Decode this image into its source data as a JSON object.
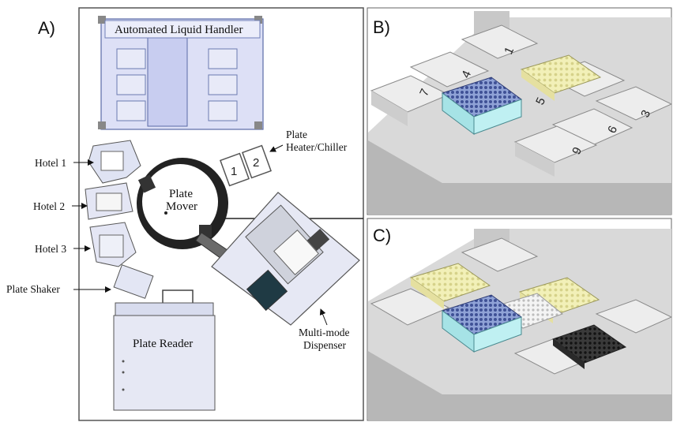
{
  "panels": {
    "a": "A)",
    "b": "B)",
    "c": "C)"
  },
  "layout_a": {
    "liquid_handler": "Automated Liquid Handler",
    "plate_mover_1": "Plate",
    "plate_mover_2": "Mover",
    "hotel1": "Hotel 1",
    "hotel2": "Hotel 2",
    "hotel3": "Hotel 3",
    "heater_1": "Plate",
    "heater_2": "Heater/Chiller",
    "heater_pos1": "1",
    "heater_pos2": "2",
    "shaker": "Plate Shaker",
    "reader": "Plate Reader",
    "dispenser_1": "Multi-mode",
    "dispenser_2": "Dispenser"
  },
  "deck_b": {
    "positions": [
      "1",
      "3",
      "4",
      "5",
      "6",
      "7",
      "9"
    ]
  }
}
